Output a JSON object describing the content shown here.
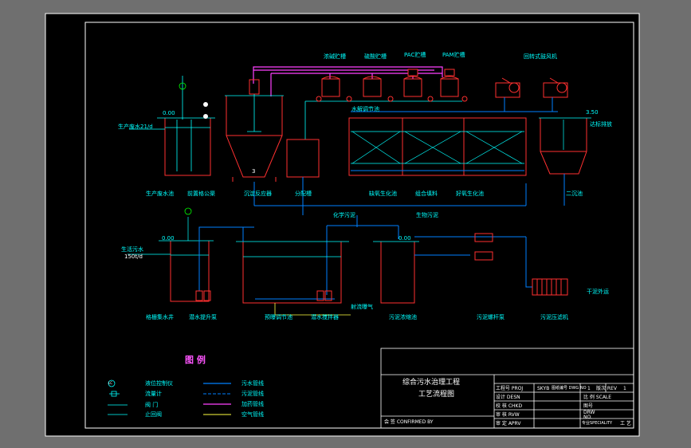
{
  "title_block": {
    "project_title": "综合污水治理工程",
    "drawing_title": "工艺流程图",
    "confirmed_by": "会 签 CONFIRMED BY",
    "rows_left": [
      "工程号 PROJ",
      "设计 DESN",
      "校 核 CHKD",
      "审 核 RVW",
      "审 定 APRV"
    ],
    "proj_no": "SKYB",
    "drawing_no_label": "图纸编号 DWG NO",
    "rev_label": "版次 REV",
    "rev_val": "1",
    "sheet_val": "1",
    "scale_label": "比 例 SCALE",
    "dwg_label": "图号",
    "dwg_label2": "DRW",
    "dwg_label3": "NO.",
    "spec_label": "专业SPECIALITY",
    "spec_val": "工 艺"
  },
  "legend": {
    "title": "图 例",
    "left_items": [
      "液位控制仪",
      "流量计",
      "阀 门",
      "止回阀"
    ],
    "right_items": [
      "污水管线",
      "污泥管线",
      "加药管线",
      "空气管线"
    ],
    "level_symbol": "LC"
  },
  "top_labels": {
    "tank1": "浓碱贮槽",
    "tank2": "硫酸贮槽",
    "tank3": "PAC贮槽",
    "tank4": "PAM贮槽",
    "blower": "回转式鼓风机",
    "source": "生产废水21/d",
    "level_left": "0.00",
    "level_right": "3.50",
    "equalize": "水解调节池",
    "discharge": "达标排放",
    "u1": "生产废水池",
    "u2": "前置格公渠",
    "u3": "沉淀反应器",
    "u4": "分配槽",
    "u5": "缺氧生化池",
    "u6": "组合填料",
    "u7": "好氧生化池",
    "u8": "二沉池",
    "num1": "3"
  },
  "bottom_labels": {
    "chem_sludge": "化学污泥",
    "bio_sludge": "生物污泥",
    "life_water": "生活污水",
    "flow": "150t/d",
    "level_a": "0.00",
    "level_b": "0.00",
    "l1": "格栅集水井",
    "l2": "潜水提升泵",
    "l3": "预曝调节池",
    "l4": "潜水搅拌器",
    "l5": "射流曝气",
    "l6": "污泥浓缩池",
    "l7": "污泥螺杆泵",
    "l8": "污泥压滤机",
    "cake": "干泥外运",
    "level_symbol": "LC"
  }
}
